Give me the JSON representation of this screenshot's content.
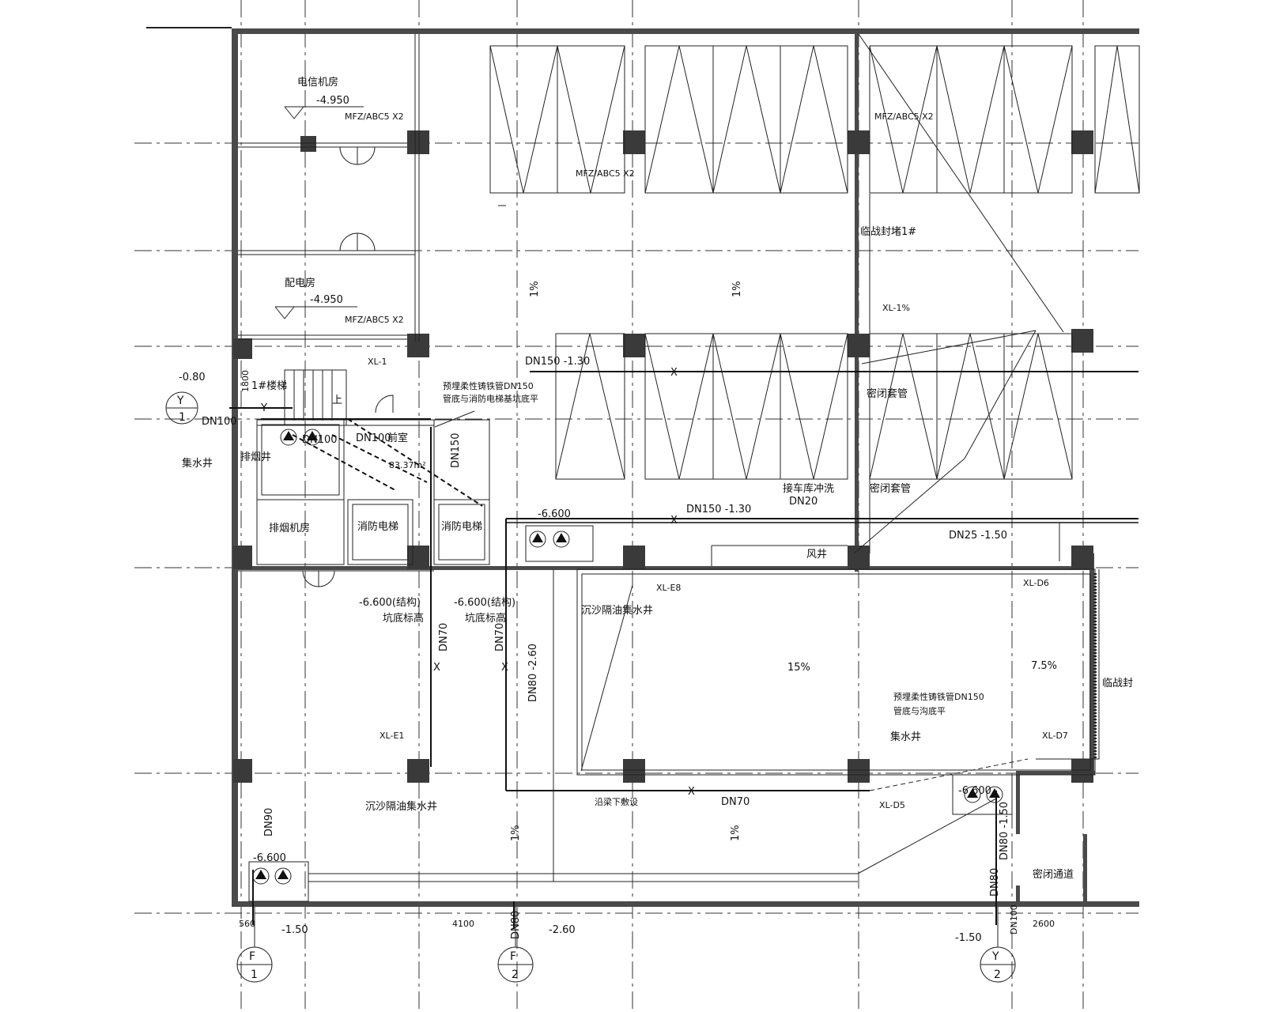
{
  "rooms": {
    "telecom": "电信机房",
    "power": "配电房",
    "stair": "1#楼梯",
    "smoke_shaft": "排烟井",
    "front_room": "前室",
    "front_room_area": "83.37m²",
    "smoke_machine_room": "排烟机房",
    "fire_elevator_1": "消防电梯",
    "fire_elevator_2": "消防电梯",
    "air_shaft": "风井",
    "airtight_passage": "密闭通道"
  },
  "levels": {
    "telecom_level": "-4.950",
    "power_level": "-4.950",
    "pit_top_left": "-6.600",
    "pit_bottom_left": "-6.600",
    "pit_right": "-6.600",
    "pit_elevator_1": "-6.600(结构)",
    "pit_elevator_2": "-6.600(结构)",
    "pit_elevator_note_1": "坑底标高",
    "pit_elevator_note_2": "坑底标高",
    "left_y1": "-0.80"
  },
  "labels": {
    "extinguisher_1": "MFZ/ABC5 X2",
    "extinguisher_2": "MFZ/ABC5 X2",
    "extinguisher_3": "MFZ/ABC5 X2",
    "extinguisher_4": "MFZ/ABC5 X2",
    "temp_seal_1": "临战封堵1#",
    "temp_seal_2": "临战封",
    "sleeve_1": "密闭套管",
    "sleeve_2": "密闭套管",
    "flush": "接车库冲洗",
    "flush_dn": "DN20",
    "collect_well_left": "集水井",
    "collect_well_right": "集水井",
    "embed_1_line1": "预埋柔性铸铁管DN150",
    "embed_1_line2": "管底与消防电梯基坑底平",
    "embed_2_line1": "预埋柔性铸铁管DN150",
    "embed_2_line2": "管底与沟底平",
    "sand_oil_1": "沉沙隔油集水井",
    "sand_oil_2": "沉沙隔油集水井",
    "along_beam": "沿梁下敷设",
    "xl1": "XL-1",
    "xl_e8": "XL-E8",
    "xl_e1": "XL-E1",
    "xl_d5": "XL-D5",
    "xl_d6": "XL-D6",
    "xl_d7": "XL-D7",
    "xl_1pct": "XL-1%",
    "up": "上",
    "x_mark": "X",
    "y_mark": "Y"
  },
  "pipes": {
    "dn150_top": "DN150  -1.30",
    "dn150_mid": "DN150  -1.30",
    "dn25": "DN25  -1.50",
    "dn100_a": "DN100",
    "dn100_b": "DN100",
    "dn100_c": "DN100",
    "dn100_d": "DN100",
    "dn150_v": "DN150",
    "dn70_a": "DN70",
    "dn70_b": "DN70",
    "dn70_h": "DN70",
    "dn80_v": "DN80  -2.60",
    "dn80_b": "DN80",
    "dn80_c": "DN80  -1.50",
    "lvl_f1": "-1.50",
    "lvl_f2": "-2.60",
    "lvl_y2": "-1.50",
    "dn90": "DN90"
  },
  "slopes": {
    "s1": "1%",
    "s2": "1%",
    "s3": "15%",
    "s4": "7.5%",
    "s5": "1%",
    "s6": "1%"
  },
  "dims": {
    "d560": "560",
    "d4100": "4100",
    "d2600": "2600",
    "d1800": "1800"
  },
  "axes": {
    "f1_top": "F",
    "f1_bot": "1",
    "f2_top": "F",
    "f2_bot": "2",
    "y2_top": "Y",
    "y2_bot": "2",
    "y1_top": "Y",
    "y1_bot": "1"
  }
}
